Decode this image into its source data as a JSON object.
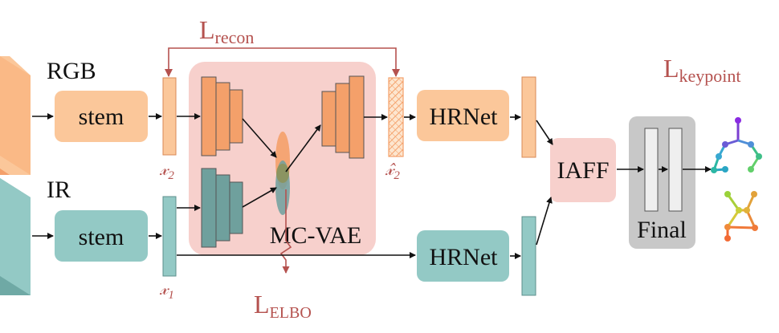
{
  "inputs": {
    "rgb": "RGB",
    "ir": "IR"
  },
  "blocks": {
    "stem_rgb": "stem",
    "stem_ir": "stem",
    "hrnet_top": "HRNet",
    "hrnet_bottom": "HRNet",
    "mcvae": "MC-VAE",
    "iaff": "IAFF",
    "final": "Final"
  },
  "features": {
    "x2": {
      "base": "𝓍",
      "sub": "2"
    },
    "x2_hat": {
      "base": "𝓍̂",
      "sub": "2"
    },
    "x1": {
      "base": "𝓍",
      "sub": "1"
    }
  },
  "losses": {
    "recon": {
      "base": "L",
      "sub": "recon"
    },
    "elbo": {
      "base": "L",
      "sub": "ELBO"
    },
    "keypoint": {
      "base": "L",
      "sub": "keypoint"
    }
  },
  "colors": {
    "rgb": "#fbc79a",
    "rgb_dark": "#f4a06a",
    "ir": "#93c9c5",
    "ir_dark": "#5e8f8c",
    "vae_bg": "#f7d0cc",
    "iaff": "#f7d0cc",
    "final_bg": "#c8c8c8",
    "loss": "#b5524f"
  }
}
